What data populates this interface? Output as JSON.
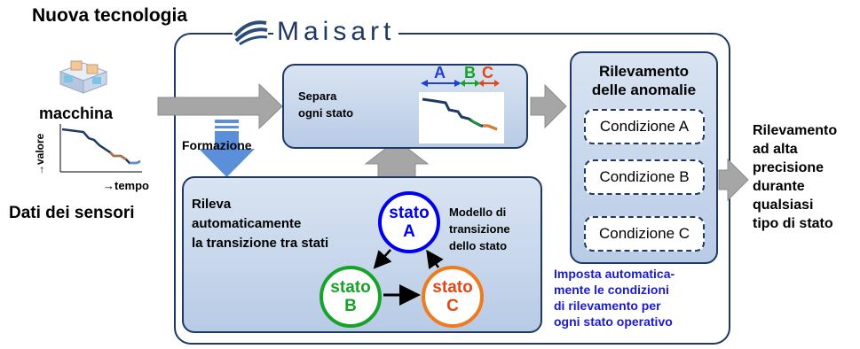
{
  "header": {
    "title": "Nuova tecnologia",
    "brand": "Maisart"
  },
  "left": {
    "machine_label": "macchina",
    "y_axis": "→valore",
    "x_axis": "→tempo",
    "caption": "Dati dei sensori"
  },
  "flow": {
    "training_label": "Formazione"
  },
  "separate": {
    "label_line1": "Separa",
    "label_line2": "ogni stato",
    "seg_a": "A",
    "seg_b": "B",
    "seg_c": "C"
  },
  "detect": {
    "title_line1": "Rilevamento",
    "title_line2": "delle anomalie",
    "conditions": [
      "Condizione A",
      "Condizione B",
      "Condizione C"
    ]
  },
  "transition": {
    "label_line1": "Rileva",
    "label_line2": "automaticamente",
    "label_line3": "la transizione tra stati",
    "model_line1": "Modello di",
    "model_line2": "transizione",
    "model_line3": "dello stato",
    "state_word": "stato",
    "state_a": "A",
    "state_b": "B",
    "state_c": "C"
  },
  "auto_note": {
    "line1": "Imposta automatica-",
    "line2": "mente le condizioni",
    "line3": "di rilevamento per",
    "line4": "ogni stato operativo"
  },
  "result": {
    "line1": "Rilevamento",
    "line2": "ad alta",
    "line3": "precisione",
    "line4": "durante",
    "line5": "qualsiasi",
    "line6": "tipo di stato"
  },
  "colors": {
    "panel_border": "#1f3864",
    "state_a": "#0000ee",
    "state_b": "#17a32a",
    "state_c": "#f07a1e",
    "seg_a": "#1f3fd6",
    "seg_b": "#17a32a",
    "seg_c": "#e04818",
    "note": "#1a1ad0",
    "arrow_gray": "#a6a6a6",
    "arrow_blue": "#5b8fd9"
  }
}
